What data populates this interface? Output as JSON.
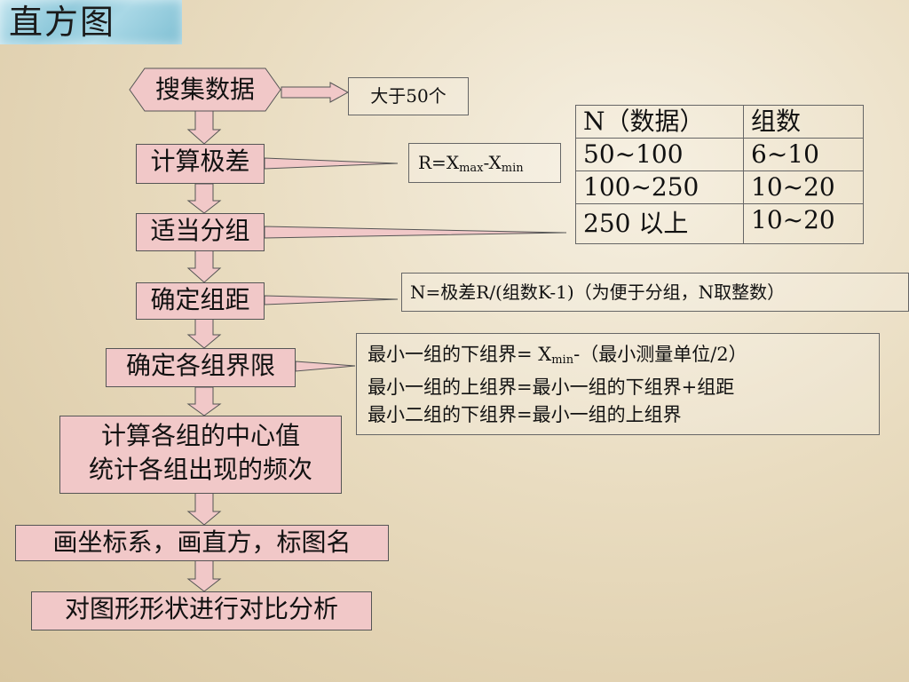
{
  "page_title": "直方图",
  "steps": {
    "s1": "搜集数据",
    "s2": "计算极差",
    "s3": "适当分组",
    "s4": "确定组距",
    "s5": "确定各组界限",
    "s6_line1": "计算各组的中心值",
    "s6_line2": "统计各组出现的频次",
    "s7": "画坐标系，画直方，标图名",
    "s8": "对图形形状进行对比分析"
  },
  "notes": {
    "data_count": "大于50个",
    "range_formula": {
      "r_eq": "R=X",
      "max": "max",
      "dash": "-X",
      "min": "min"
    },
    "interval_formula": "N=极差R/(组数K-1)（为便于分组，N取整数）",
    "boundary": {
      "line1_prefix": "最小一组的下组界= X",
      "line1_sub": "min",
      "line1_suffix": "-（最小测量单位/2）",
      "line2": "最小一组的上组界=最小一组的下组界+组距",
      "line3": "最小二组的下组界=最小一组的上组界"
    }
  },
  "table": {
    "headers": [
      "N（数据）",
      "组数"
    ],
    "rows": [
      [
        "50~100",
        "6~10"
      ],
      [
        "100~250",
        "10~20"
      ],
      [
        "250 以上",
        "10~20"
      ]
    ]
  }
}
